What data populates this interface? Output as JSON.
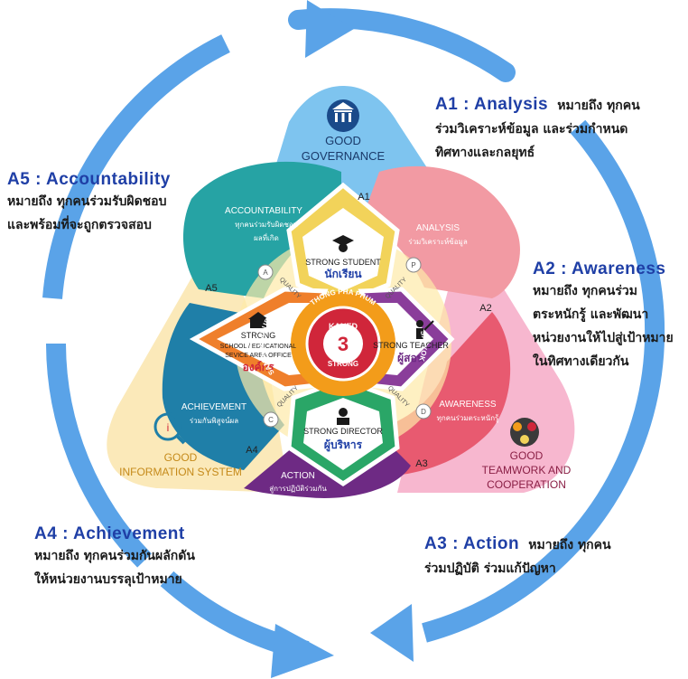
{
  "annotations": {
    "a1": {
      "title": "A1 : Analysis",
      "title_suffix": "หมายถึง ทุกคน",
      "lines": [
        "ร่วมวิเคราะห์ข้อมูล และร่วมกำหนด",
        "ทิศทางและกลยุทธ์"
      ]
    },
    "a2": {
      "title": "A2 : Awareness",
      "lines": [
        "หมายถึง ทุกคนร่วม",
        "ตระหนักรู้ และพัฒนา",
        "หน่วยงานให้ไปสู่เป้าหมาย",
        "ในทิศทางเดียวกัน"
      ]
    },
    "a3": {
      "title": "A3 : Action",
      "title_suffix": "หมายถึง ทุกคน",
      "lines": [
        "ร่วมปฏิบัติ ร่วมแก้ปัญหา"
      ]
    },
    "a4": {
      "title": "A4 : Achievement",
      "lines": [
        "หมายถึง ทุกคนร่วมกันผลักดัน",
        "ให้หน่วยงานบรรลุเป้าหมาย"
      ]
    },
    "a5": {
      "title": "A5 : Accountability",
      "lines": [
        "หมายถึง ทุกคนร่วมรับผิดชอบ",
        "และพร้อมที่จะถูกตรวจสอบ"
      ]
    }
  },
  "corners": {
    "governance": [
      "GOOD",
      "GOVERNANCE"
    ],
    "teamwork": [
      "GOOD",
      "TEAMWORK AND",
      "COOPERATION"
    ],
    "information": [
      "GOOD",
      "INFORMATION SYSTEM"
    ]
  },
  "petals": {
    "accountability": {
      "en": "ACCOUNTABILITY",
      "th": [
        "ทุกคนร่วมรับผิดชอบ",
        "ผลที่เกิด"
      ]
    },
    "analysis": {
      "en": "ANALYSIS",
      "th": "ร่วมวิเคราะห์ข้อมูล"
    },
    "awareness": {
      "en": "AWARENESS",
      "th": "ทุกคนร่วมตระหนักรู้"
    },
    "action": {
      "en": "ACTION",
      "th": "สู่การปฏิบัติร่วมกัน"
    },
    "achievement": {
      "en": "ACHIEVEMENT",
      "th": "ร่วมกันพิสูจน์ผล"
    }
  },
  "tags": [
    "A1",
    "A2",
    "A3",
    "A4",
    "A5"
  ],
  "strong": {
    "student": {
      "en": "STRONG STUDENT",
      "th": "นักเรียน"
    },
    "teacher": {
      "en": "STRONG TEACHER",
      "th": "ผู้สอน"
    },
    "director": {
      "en": "STRONG DIRECTOR",
      "th": "ผู้บริหาร"
    },
    "office": {
      "en": [
        "STRONG",
        "SCHOOL / EDUCATIONAL",
        "SEVICE AREA OFFICE"
      ],
      "th": "องค์กร"
    }
  },
  "center": {
    "top": "KANED",
    "number": "3",
    "bottom": "STRONG",
    "ring": [
      "THONG PHA PHUM",
      "SAI YOK",
      "SANGKHLABURI"
    ]
  },
  "quality": {
    "label": "QUALITY",
    "letters": [
      "A",
      "P",
      "D",
      "C"
    ]
  },
  "colors": {
    "arrow": "#5aa3e8",
    "title": "#1f3fa6",
    "accent_red": "#d0263a"
  }
}
